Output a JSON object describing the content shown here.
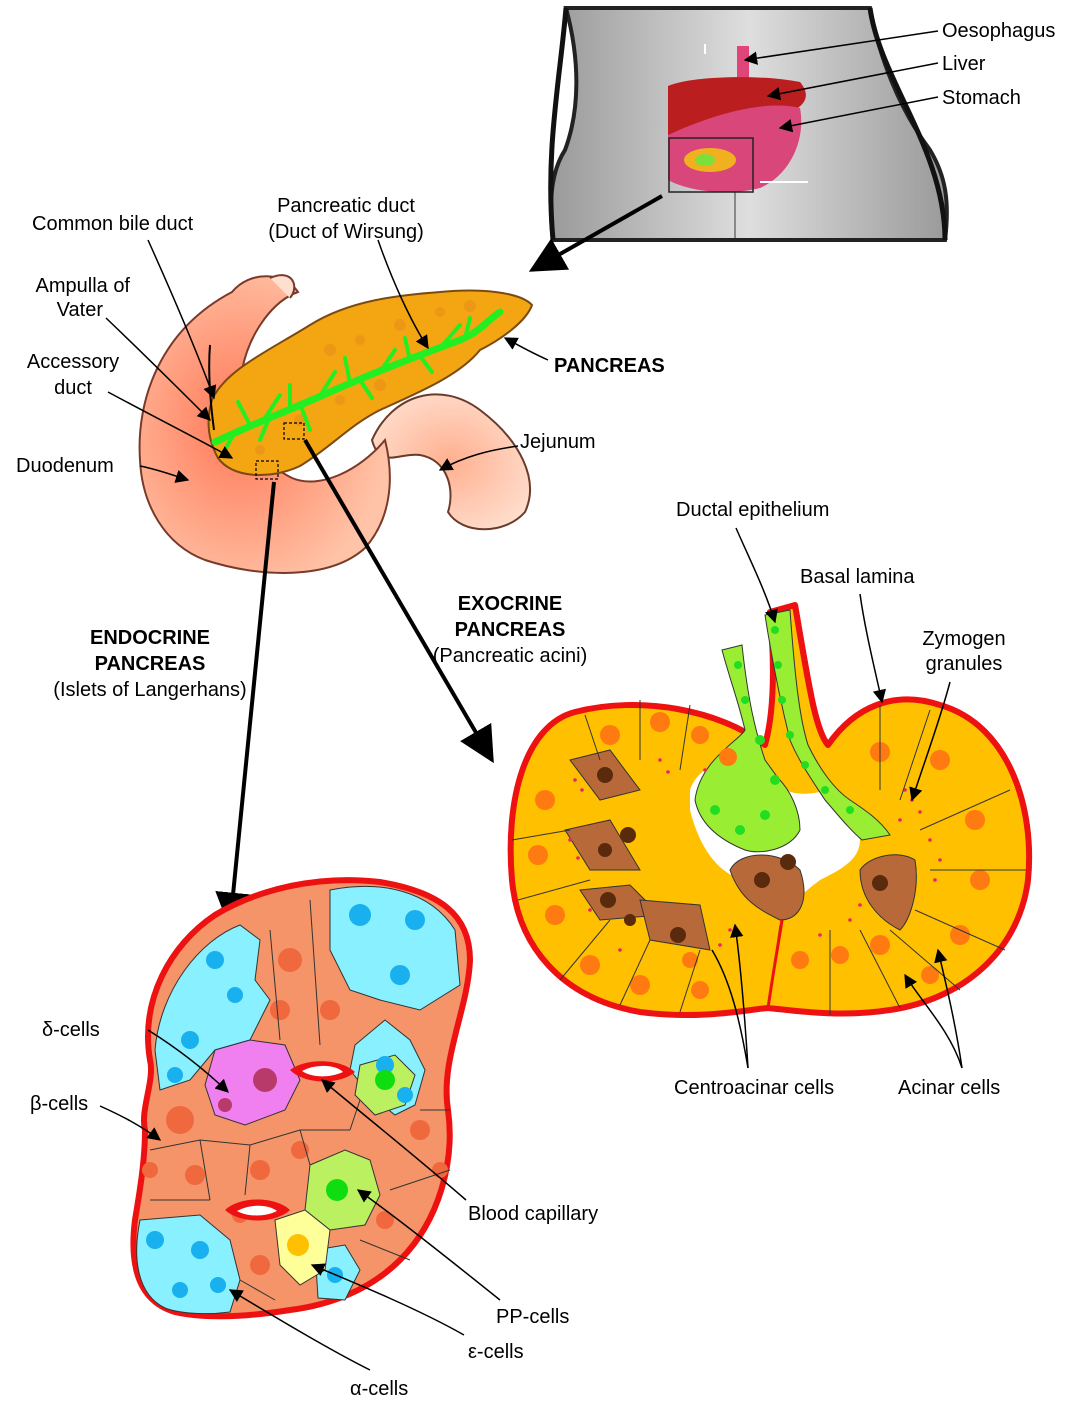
{
  "colors": {
    "lamina": "#ee1111",
    "acinar": "#ffc000",
    "acinar_nucleus": "#ff7a10",
    "centroacinar": "#b8693a",
    "centroacinar_nucleus": "#5a2a0c",
    "ductal": "#99ee33",
    "ductal_nucleus": "#22dd22",
    "beta": "#f49468",
    "beta_nucleus": "#f0683e",
    "alpha": "#88f0ff",
    "alpha_nucleus": "#18b0ee",
    "delta": "#f080f0",
    "delta_nucleus": "#b83a6a",
    "pp": "#bbf060",
    "pp_nucleus": "#10dd10",
    "epsilon": "#ffff99",
    "epsilon_nucleus": "#ffc000",
    "duodenum": "#ff8866",
    "pancreas": "#f8a800",
    "pancreatic_duct": "#22ee22",
    "skin": "#c8c8c8"
  },
  "body_labels": {
    "oesophagus": "Oesophagus",
    "liver": "Liver",
    "stomach": "Stomach"
  },
  "gross_labels": {
    "common_bile_duct": "Common bile duct",
    "pancreatic_duct": "Pancreatic duct",
    "duct_of_wirsung": "(Duct of Wirsung)",
    "ampulla_line1": "Ampulla of",
    "ampulla_line2": "Vater",
    "accessory_line1": "Accessory",
    "accessory_line2": "duct",
    "duodenum": "Duodenum",
    "pancreas": "PANCREAS",
    "jejunum": "Jejunum"
  },
  "exocrine": {
    "title_line1": "EXOCRINE",
    "title_line2": "PANCREAS",
    "subtitle": "(Pancreatic acini)",
    "ductal_epithelium": "Ductal epithelium",
    "basal_lamina": "Basal lamina",
    "zymogen_line1": "Zymogen",
    "zymogen_line2": "granules",
    "centroacinar": "Centroacinar cells",
    "acinar": "Acinar cells"
  },
  "endocrine": {
    "title_line1": "ENDOCRINE",
    "title_line2": "PANCREAS",
    "subtitle": "(Islets of Langerhans)",
    "delta": "δ-cells",
    "beta": "β-cells",
    "blood_capillary": "Blood capillary",
    "pp": "PP-cells",
    "epsilon": "ε-cells",
    "alpha": "α-cells"
  }
}
